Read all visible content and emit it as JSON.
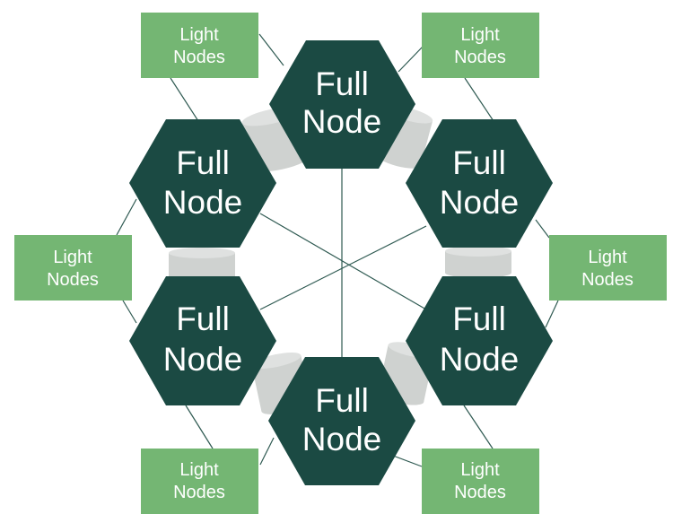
{
  "colors": {
    "full_node_fill": "#1b4a43",
    "light_node_fill": "#74b673",
    "link_line": "#2f5a52",
    "database": "#cfd2d0",
    "database_top": "#dfe1e0"
  },
  "full_nodes": [
    {
      "label_line1": "Full",
      "label_line2": "Node"
    },
    {
      "label_line1": "Full",
      "label_line2": "Node"
    },
    {
      "label_line1": "Full",
      "label_line2": "Node"
    },
    {
      "label_line1": "Full",
      "label_line2": "Node"
    },
    {
      "label_line1": "Full",
      "label_line2": "Node"
    },
    {
      "label_line1": "Full",
      "label_line2": "Node"
    }
  ],
  "light_nodes": [
    {
      "label_line1": "Light",
      "label_line2": "Nodes"
    },
    {
      "label_line1": "Light",
      "label_line2": "Nodes"
    },
    {
      "label_line1": "Light",
      "label_line2": "Nodes"
    },
    {
      "label_line1": "Light",
      "label_line2": "Nodes"
    },
    {
      "label_line1": "Light",
      "label_line2": "Nodes"
    },
    {
      "label_line1": "Light",
      "label_line2": "Nodes"
    }
  ]
}
